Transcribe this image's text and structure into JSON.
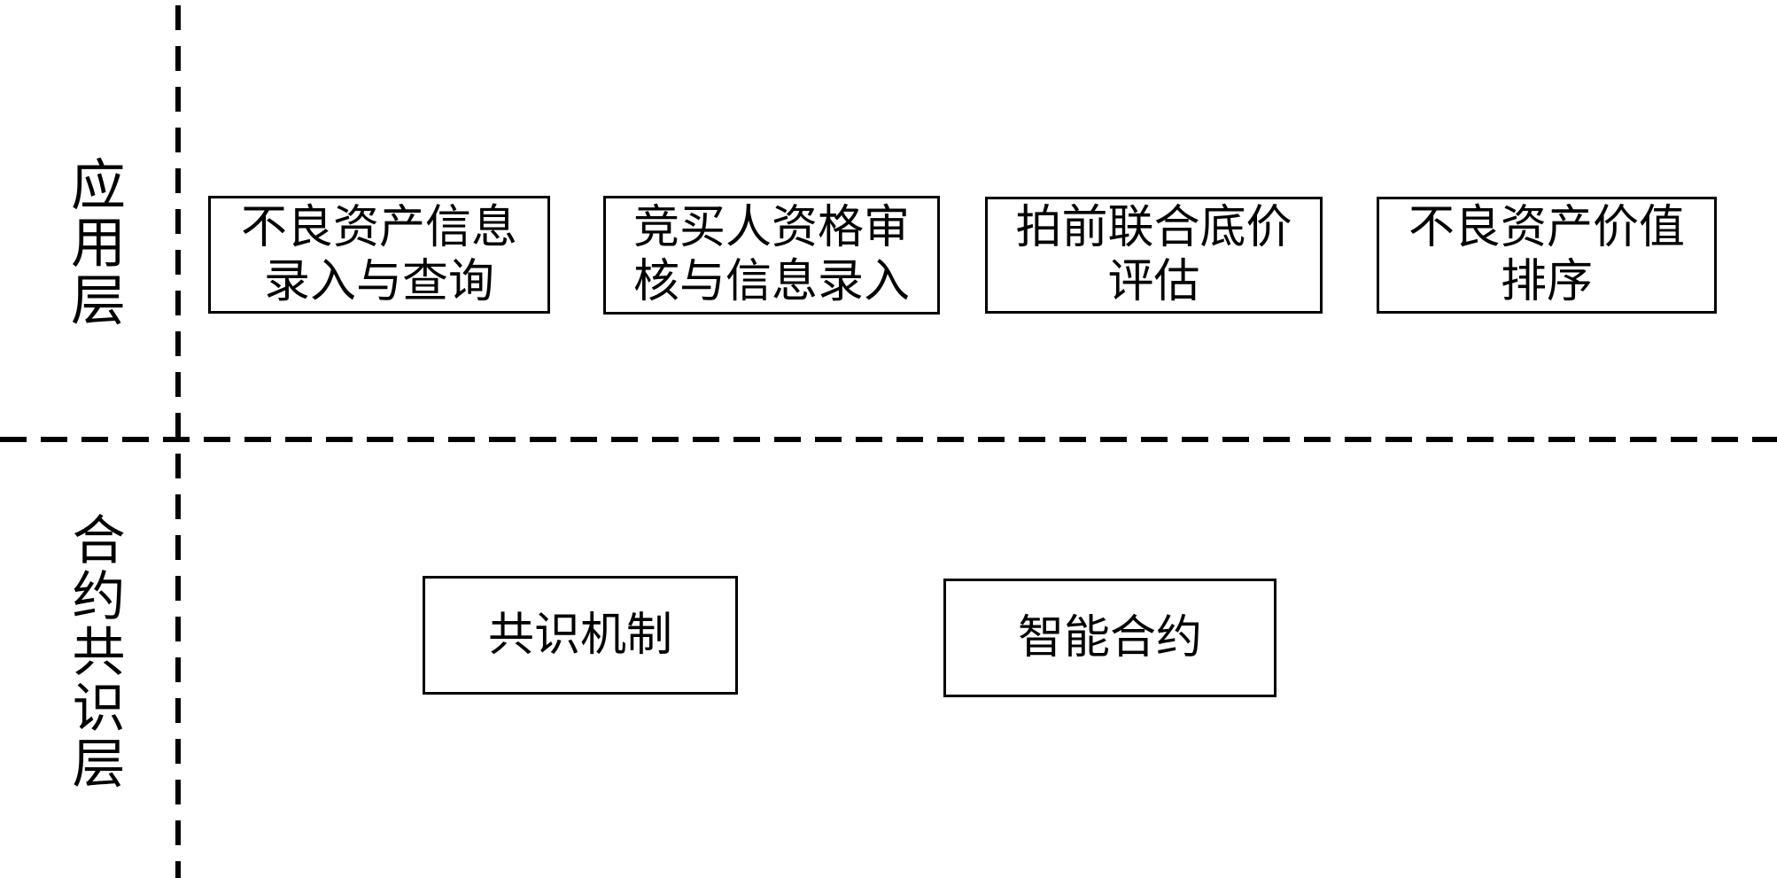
{
  "diagram": {
    "type": "layered-architecture",
    "colors": {
      "background": "#ffffff",
      "line": "#000000",
      "box_border": "#000000",
      "text": "#000000"
    },
    "layers": [
      {
        "label": "应用层",
        "boxes": [
          {
            "lines": [
              "不良资产信息",
              "录入与查询"
            ]
          },
          {
            "lines": [
              "竞买人资格审",
              "核与信息录入"
            ]
          },
          {
            "lines": [
              "拍前联合底价",
              "评估"
            ]
          },
          {
            "lines": [
              "不良资产价值",
              "排序"
            ]
          }
        ]
      },
      {
        "label": "合约共识层",
        "boxes": [
          {
            "lines": [
              "共识机制"
            ]
          },
          {
            "lines": [
              "智能合约"
            ]
          }
        ]
      }
    ]
  }
}
